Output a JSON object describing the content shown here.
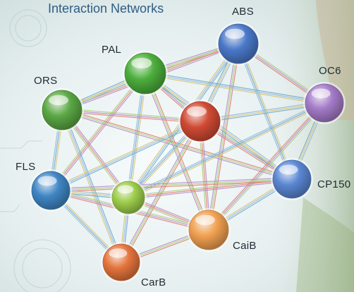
{
  "diagram": {
    "title": "Interaction Networks",
    "nodes": [
      {
        "id": "abs",
        "label": "ABS",
        "color": "#4a78c8"
      },
      {
        "id": "pal",
        "label": "PAL",
        "color": "#4cae3c"
      },
      {
        "id": "ors",
        "label": "ORS",
        "color": "#5aa844"
      },
      {
        "id": "oc6",
        "label": "OC6",
        "color": "#a47bc8"
      },
      {
        "id": "red",
        "label": "",
        "color": "#d04a34"
      },
      {
        "id": "cp150",
        "label": "CP150",
        "color": "#5a86d2"
      },
      {
        "id": "fls",
        "label": "FLS",
        "color": "#3f86c4"
      },
      {
        "id": "center",
        "label": "",
        "color": "#9ccc4a"
      },
      {
        "id": "carb1",
        "label": "CaiB",
        "color": "#f0a050"
      },
      {
        "id": "carb2",
        "label": "CarB",
        "color": "#e4743c"
      }
    ],
    "edges": [
      {
        "from": "abs",
        "to": "pal"
      },
      {
        "from": "abs",
        "to": "red"
      },
      {
        "from": "abs",
        "to": "oc6"
      },
      {
        "from": "abs",
        "to": "cp150"
      },
      {
        "from": "abs",
        "to": "ors"
      },
      {
        "from": "abs",
        "to": "center"
      },
      {
        "from": "abs",
        "to": "carb1"
      },
      {
        "from": "pal",
        "to": "ors"
      },
      {
        "from": "pal",
        "to": "red"
      },
      {
        "from": "pal",
        "to": "center"
      },
      {
        "from": "pal",
        "to": "fls"
      },
      {
        "from": "pal",
        "to": "oc6"
      },
      {
        "from": "pal",
        "to": "carb1"
      },
      {
        "from": "pal",
        "to": "cp150"
      },
      {
        "from": "ors",
        "to": "red"
      },
      {
        "from": "ors",
        "to": "fls"
      },
      {
        "from": "ors",
        "to": "center"
      },
      {
        "from": "ors",
        "to": "carb2"
      },
      {
        "from": "ors",
        "to": "cp150"
      },
      {
        "from": "red",
        "to": "oc6"
      },
      {
        "from": "red",
        "to": "cp150"
      },
      {
        "from": "red",
        "to": "center"
      },
      {
        "from": "red",
        "to": "carb1"
      },
      {
        "from": "red",
        "to": "fls"
      },
      {
        "from": "red",
        "to": "carb2"
      },
      {
        "from": "oc6",
        "to": "cp150"
      },
      {
        "from": "oc6",
        "to": "carb1"
      },
      {
        "from": "oc6",
        "to": "center"
      },
      {
        "from": "cp150",
        "to": "center"
      },
      {
        "from": "cp150",
        "to": "carb1"
      },
      {
        "from": "cp150",
        "to": "fls"
      },
      {
        "from": "fls",
        "to": "center"
      },
      {
        "from": "fls",
        "to": "carb1"
      },
      {
        "from": "fls",
        "to": "carb2"
      },
      {
        "from": "center",
        "to": "carb1"
      },
      {
        "from": "center",
        "to": "carb2"
      },
      {
        "from": "carb1",
        "to": "carb2"
      }
    ],
    "edge_colors": [
      "#e07a6a",
      "#8fb8e0",
      "#a8cc78",
      "#d8c070",
      "#b088c8",
      "#6aa8c8"
    ]
  }
}
